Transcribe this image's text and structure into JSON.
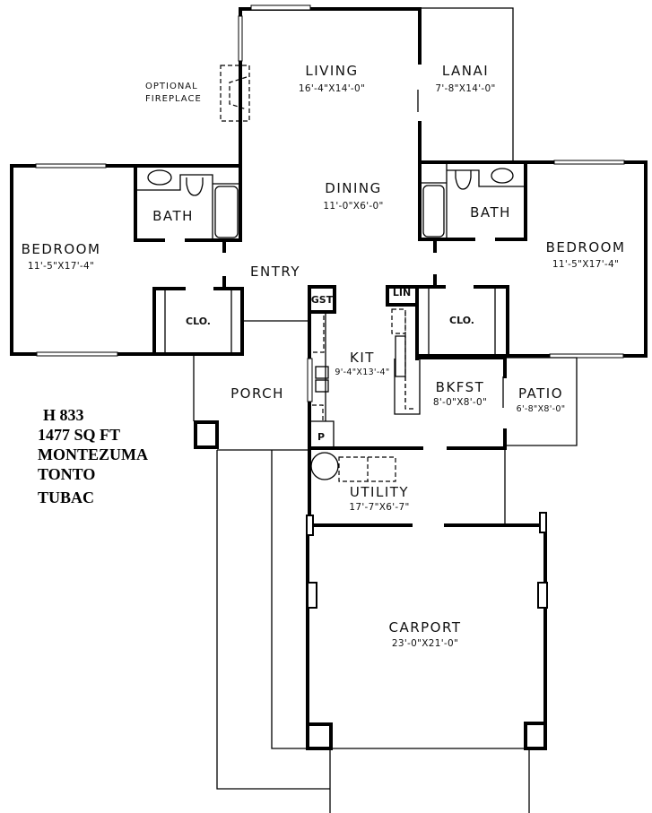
{
  "plan_info": {
    "plan_number": "H 833",
    "square_footage": "1477 SQ FT",
    "model_names": [
      "MONTEZUMA",
      "TONTO",
      "TUBAC"
    ]
  },
  "rooms": {
    "living": {
      "label": "LIVING",
      "dims": "16'-4\"X14'-0\""
    },
    "lanai": {
      "label": "LANAI",
      "dims": "7'-8\"X14'-0\""
    },
    "dining": {
      "label": "DINING",
      "dims": "11'-0\"X6'-0\""
    },
    "bath_left": {
      "label": "BATH"
    },
    "bath_right": {
      "label": "BATH"
    },
    "bedroom_left": {
      "label": "BEDROOM",
      "dims": "11'-5\"X17'-4\""
    },
    "bedroom_right": {
      "label": "BEDROOM",
      "dims": "11'-5\"X17'-4\""
    },
    "entry": {
      "label": "ENTRY"
    },
    "closet_left": {
      "label": "CLO."
    },
    "closet_right": {
      "label": "CLO."
    },
    "guest_closet": {
      "label": "GST"
    },
    "linen_closet": {
      "label": "LIN"
    },
    "kitchen": {
      "label": "KIT",
      "dims": "9'-4\"X13'-4\""
    },
    "pantry": {
      "label": "P"
    },
    "breakfast": {
      "label": "BKFST",
      "dims": "8'-0\"X8'-0\""
    },
    "patio": {
      "label": "PATIO",
      "dims": "6'-8\"X8'-0\""
    },
    "porch": {
      "label": "PORCH"
    },
    "utility": {
      "label": "UTILITY",
      "dims": "17'-7\"X6'-7\""
    },
    "carport": {
      "label": "CARPORT",
      "dims": "23'-0\"X21'-0\""
    }
  },
  "annotations": {
    "fireplace_line1": "OPTIONAL",
    "fireplace_line2": "FIREPLACE"
  }
}
